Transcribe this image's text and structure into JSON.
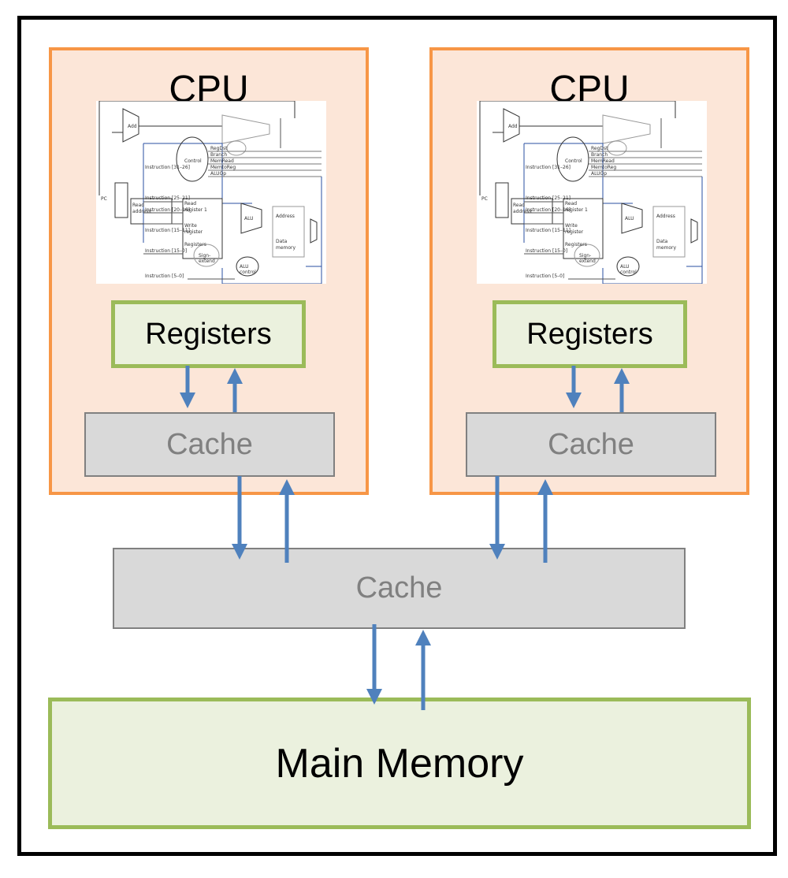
{
  "cpus": [
    {
      "label": "CPU",
      "registers": "Registers",
      "cache": "Cache"
    },
    {
      "label": "CPU",
      "registers": "Registers",
      "cache": "Cache"
    }
  ],
  "shared_cache": "Cache",
  "main_memory": "Main Memory",
  "colors": {
    "cpu_fill": "#fce6d8",
    "cpu_border": "#f79646",
    "register_fill": "#ebf1de",
    "register_border": "#9bbb59",
    "cache_fill": "#d9d9d9",
    "arrow": "#4f81bd"
  },
  "datapath_image": "cpu-datapath-diagram"
}
